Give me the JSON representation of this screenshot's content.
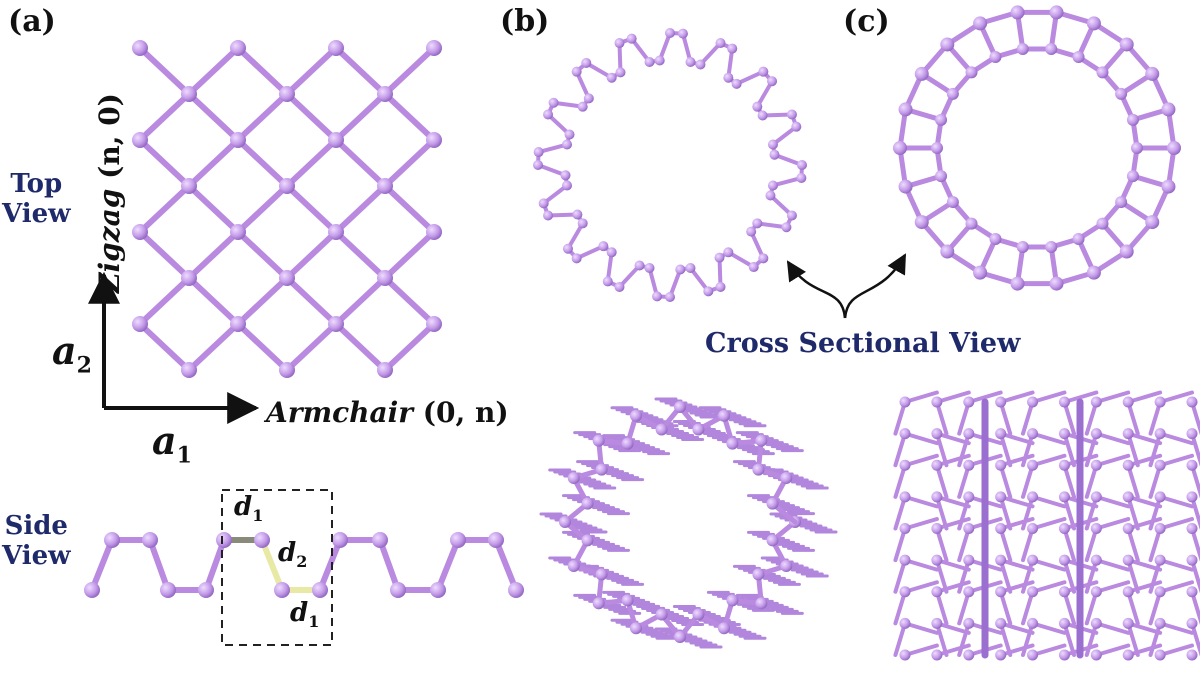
{
  "panels": {
    "a": "(a)",
    "b": "(b)",
    "c": "(c)"
  },
  "labels": {
    "top_view": "Top\nView",
    "side_view": "Side\nView",
    "cross_sectional": "Cross Sectional View",
    "zigzag_word": "Zigzag",
    "zigzag_index": "(n, 0)",
    "armchair_word": "Armchair",
    "armchair_index": "(0, n)",
    "a1": "a",
    "a1_sub": "1",
    "a2": "a",
    "a2_sub": "2",
    "d1_top": "d",
    "d1_top_sub": "1",
    "d2": "d",
    "d2_sub": "2",
    "d1_bottom": "d",
    "d1_bottom_sub": "1"
  },
  "colors": {
    "atom": "#c9a2ee",
    "bond": "#b98ae0",
    "bond_dark": "#3a2a55",
    "highlight": "#e9e9a6",
    "text_blue": "#1f2a6b"
  }
}
